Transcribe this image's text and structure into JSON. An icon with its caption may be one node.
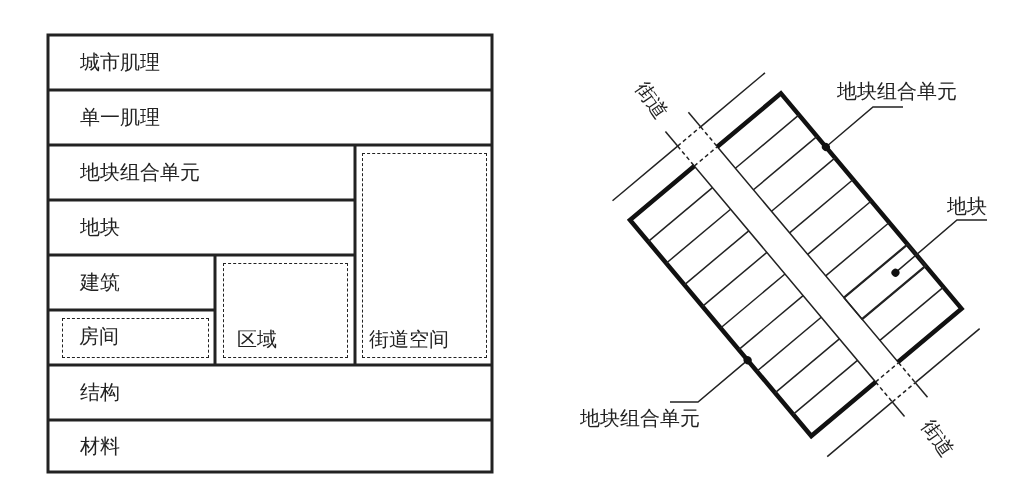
{
  "diagram": {
    "nodes": [
      {
        "text": [
          "城市肌理"
        ]
      },
      {
        "text": [
          "单一肌理"
        ]
      },
      {
        "text": [
          "地块组合单元"
        ]
      },
      {
        "text": [
          "地块"
        ]
      },
      {
        "text": [
          "建筑"
        ]
      },
      {
        "text": [
          "房间"
        ]
      },
      {
        "text": [
          "区域"
        ]
      },
      {
        "text": [
          "街道空间"
        ]
      },
      {
        "text": [
          "结构"
        ]
      },
      {
        "text": [
          "材料"
        ]
      },
      {
        "text": [
          "地块组合单元"
        ]
      },
      {
        "text": [],
        "shape": "box"
      },
      {
        "text": [
          "地块"
        ]
      },
      {
        "text": [],
        "shape": "box",
        "in": 11
      },
      {
        "text": [
          "地块组合单元"
        ]
      },
      {
        "text": [],
        "shape": "box"
      }
    ],
    "edges": [
      {
        "from": 10,
        "to": 11,
        "arrow": "other"
      },
      {
        "from": 12,
        "to": 13,
        "arrow": "other"
      },
      {
        "from": 14,
        "to": 15,
        "arrow": "other"
      }
    ],
    "labels": [
      "街道",
      "街道"
    ]
  }
}
